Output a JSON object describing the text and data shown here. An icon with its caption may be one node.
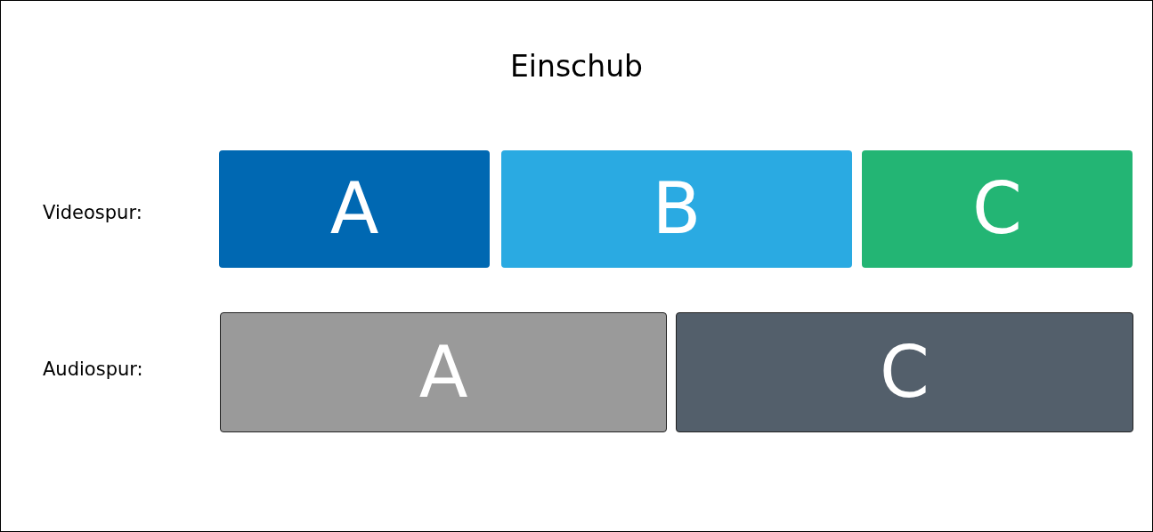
{
  "diagram": {
    "title": "Einschub",
    "nodes": [
      {
        "text": [
          "A"
        ]
      },
      {
        "text": [
          "B"
        ]
      },
      {
        "text": [
          "C"
        ]
      },
      {
        "text": [
          "A"
        ]
      },
      {
        "text": [
          "C"
        ]
      }
    ],
    "labels": [
      "Videospur:",
      "Audiospur:"
    ]
  }
}
